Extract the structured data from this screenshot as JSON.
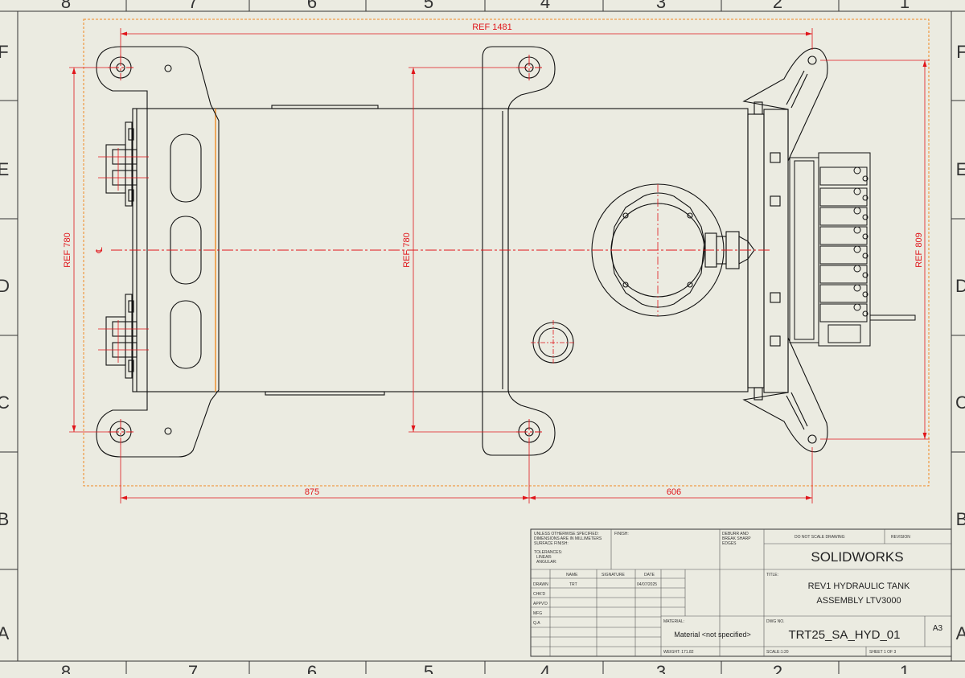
{
  "drawing": {
    "zone_columns": [
      "8",
      "7",
      "6",
      "5",
      "4",
      "3",
      "2",
      "1"
    ],
    "zone_rows": [
      "F",
      "E",
      "D",
      "C",
      "B",
      "A"
    ],
    "centerline_symbol": "℄",
    "dimensions": {
      "overall_length": "REF 1481",
      "left_height": "REF 780",
      "center_height": "REF 780",
      "right_height": "REF 809",
      "bottom_left": "875",
      "bottom_right": "606"
    },
    "colors": {
      "dimension": "#e0161b",
      "boundary": "#f08a24",
      "sheet": "#ebebe1",
      "line": "#111111"
    }
  },
  "title_block": {
    "notes": [
      "UNLESS OTHERWISE SPECIFIED:",
      "DIMENSIONS ARE IN MILLIMETERS",
      "SURFACE FINISH:",
      "TOLERANCES:",
      "LINEAR:",
      "ANGULAR:"
    ],
    "finish_label": "FINISH:",
    "deburr_lines": [
      "DEBURR AND",
      "BREAK SHARP",
      "EDGES"
    ],
    "do_not_scale": "DO NOT SCALE DRAWING",
    "revision_label": "REVISION",
    "company": "SOLIDWORKS",
    "col_name": "NAME",
    "col_signature": "SIGNATURE",
    "col_date": "DATE",
    "rows": [
      "DRAWN",
      "CHK'D",
      "APPV'D",
      "MFG",
      "Q.A"
    ],
    "drawn_name": "TRT",
    "drawn_date": "04/07/2025",
    "title_label": "TITLE:",
    "title_line1": "REV1 HYDRAULIC TANK",
    "title_line2": "ASSEMBLY LTV3000",
    "material_label": "MATERIAL:",
    "material_value": "Material <not specified>",
    "dwg_no_label": "DWG NO.",
    "dwg_no": "TRT25_SA_HYD_01",
    "size": "A3",
    "weight": "WEIGHT: 171.82",
    "scale": "SCALE:1:20",
    "sheet": "SHEET 1 OF 3"
  }
}
